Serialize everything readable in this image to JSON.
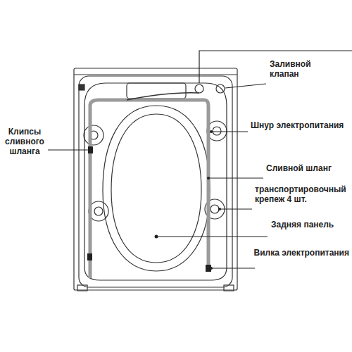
{
  "diagram": {
    "labels": [
      "Заливной клапан",
      "Шнур электропитания",
      "Клипсы сливного шланга",
      "Сливной шланг",
      "транспортировочный крепеж 4 шт.",
      "Задняя панель",
      "Вилка электропитания"
    ]
  }
}
